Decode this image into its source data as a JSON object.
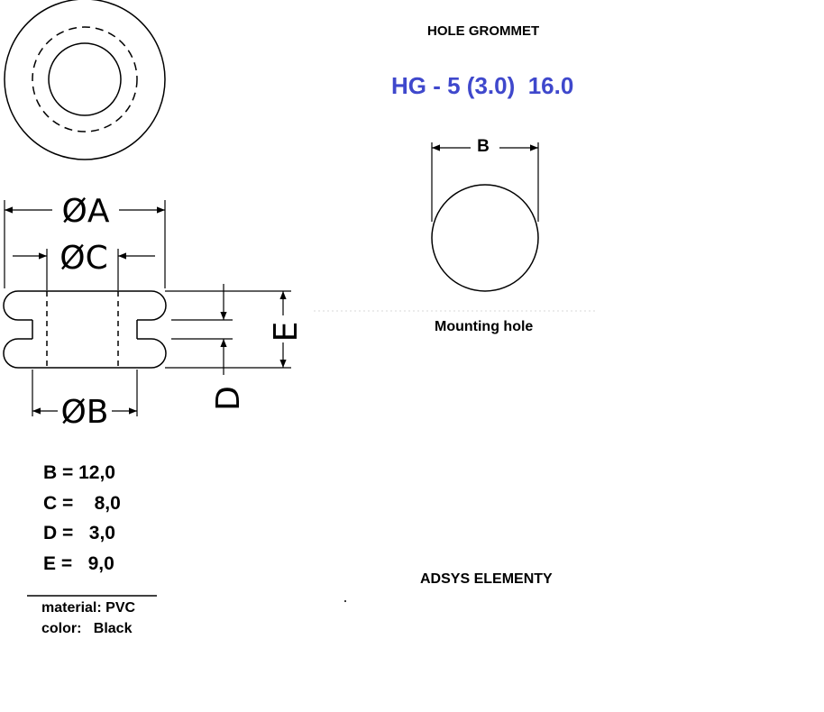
{
  "header": {
    "title": "HOLE GROMMET",
    "product_code": "HG - 5 (3.0)  16.0"
  },
  "drawing": {
    "label_a": "ØA",
    "label_c": "ØC",
    "label_b": "ØB",
    "label_d": "D",
    "label_e": "E"
  },
  "mounting_hole": {
    "label": "B",
    "caption": "Mounting hole"
  },
  "dimensions": [
    "B = 12,0",
    "C =    8,0",
    "D =   3,0",
    "E =   9,0"
  ],
  "material": {
    "material_line": "material: PVC",
    "color_line": "color:   Black"
  },
  "footer": {
    "brand": "ADSYS ELEMENTY"
  },
  "colors": {
    "product_code": "#3f48cc",
    "line": "#000000"
  }
}
